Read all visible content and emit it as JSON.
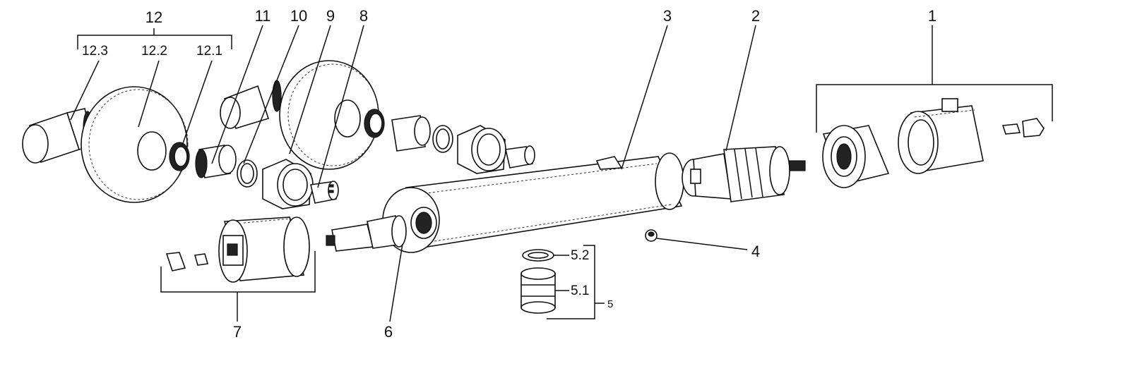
{
  "labels": {
    "l1": "1",
    "l2": "2",
    "l3": "3",
    "l4": "4",
    "l5": "5",
    "l5_1": "5.1",
    "l5_2": "5.2",
    "l6": "6",
    "l7": "7",
    "l8": "8",
    "l9": "9",
    "l10": "10",
    "l11": "11",
    "l12": "12",
    "l12_1": "12.1",
    "l12_2": "12.2",
    "l12_3": "12.3"
  }
}
